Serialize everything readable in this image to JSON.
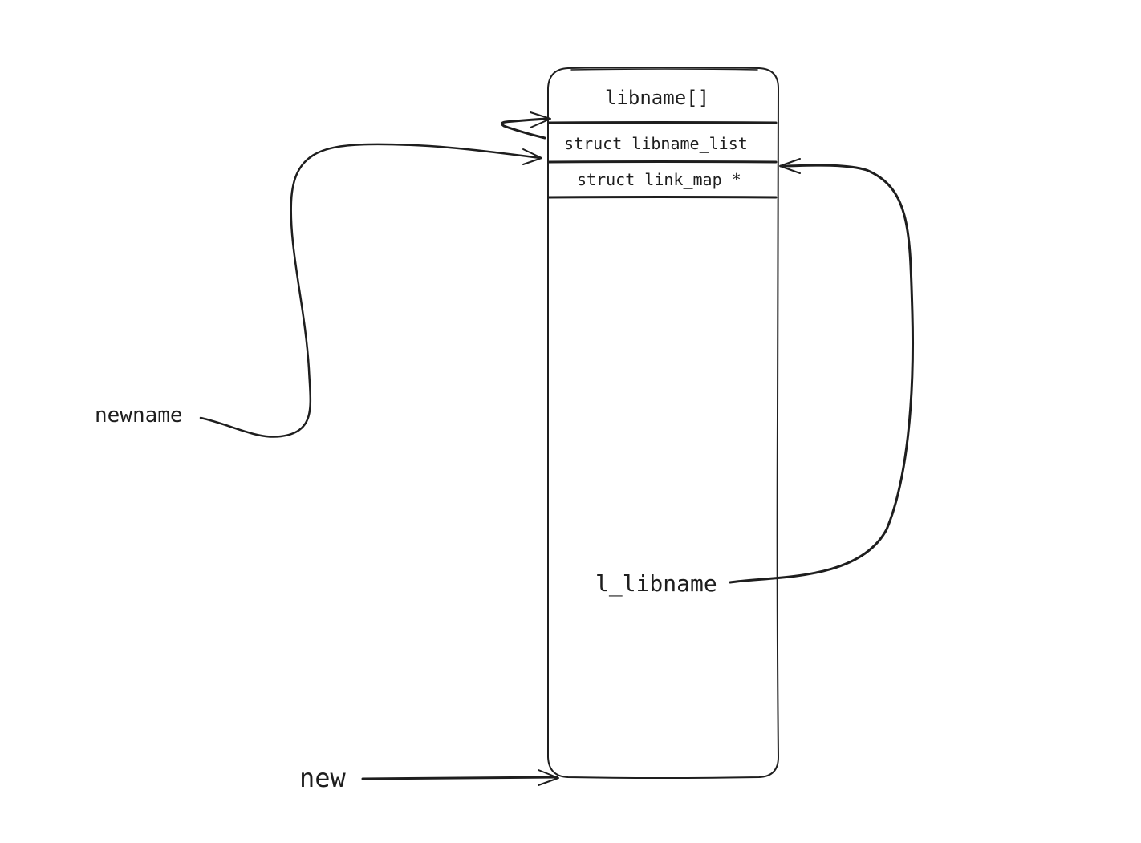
{
  "diagram": {
    "struct_box": {
      "title": "libname[]",
      "rows": [
        "struct libname_list",
        "struct link_map *"
      ]
    },
    "pointers": {
      "newname": "newname",
      "l_libname": "l_libname",
      "new": "new"
    }
  }
}
